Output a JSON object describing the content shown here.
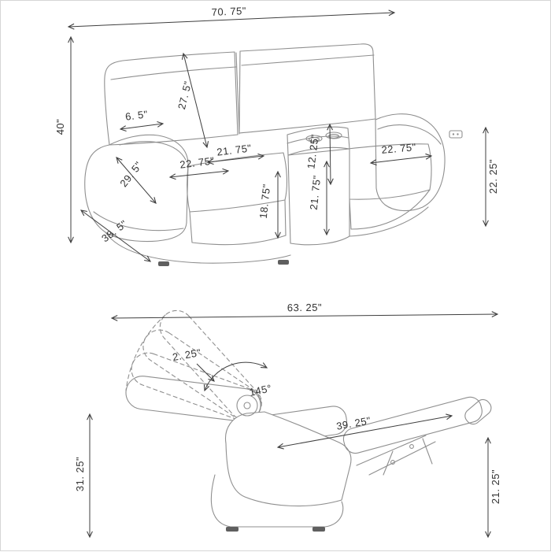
{
  "colors": {
    "background": "#ffffff",
    "furniture_line": "#8f8f8f",
    "dimension_line": "#3f3f3f",
    "label_text": "#333333"
  },
  "loveseat": {
    "description": "power loveseat with console, front three-quarter view",
    "overall_width": "70. 75\"",
    "overall_height": "40\"",
    "back_cushion_height": "27. 5\"",
    "arm_top_width": "6. 5\"",
    "seat_width": "21. 75\"",
    "left_cushion_width": "22. 75\"",
    "console_width": "12. 25\"",
    "right_cushion_width": "22. 75\"",
    "arm_height": "22. 25\"",
    "arm_front_depth": "29. 5\"",
    "seat_front_height": "18. 75\"",
    "console_front_height": "21. 75\"",
    "overall_depth": "38. 5\""
  },
  "recliner": {
    "description": "recliner side view showing recline motion",
    "reclined_overall_length": "63. 25\"",
    "back_cushion_thickness": "2. 25\"",
    "recline_angle": "145°",
    "reclined_body_length": "39. 25\"",
    "overall_height": "31. 25\"",
    "footrest_height": "21. 25\""
  }
}
